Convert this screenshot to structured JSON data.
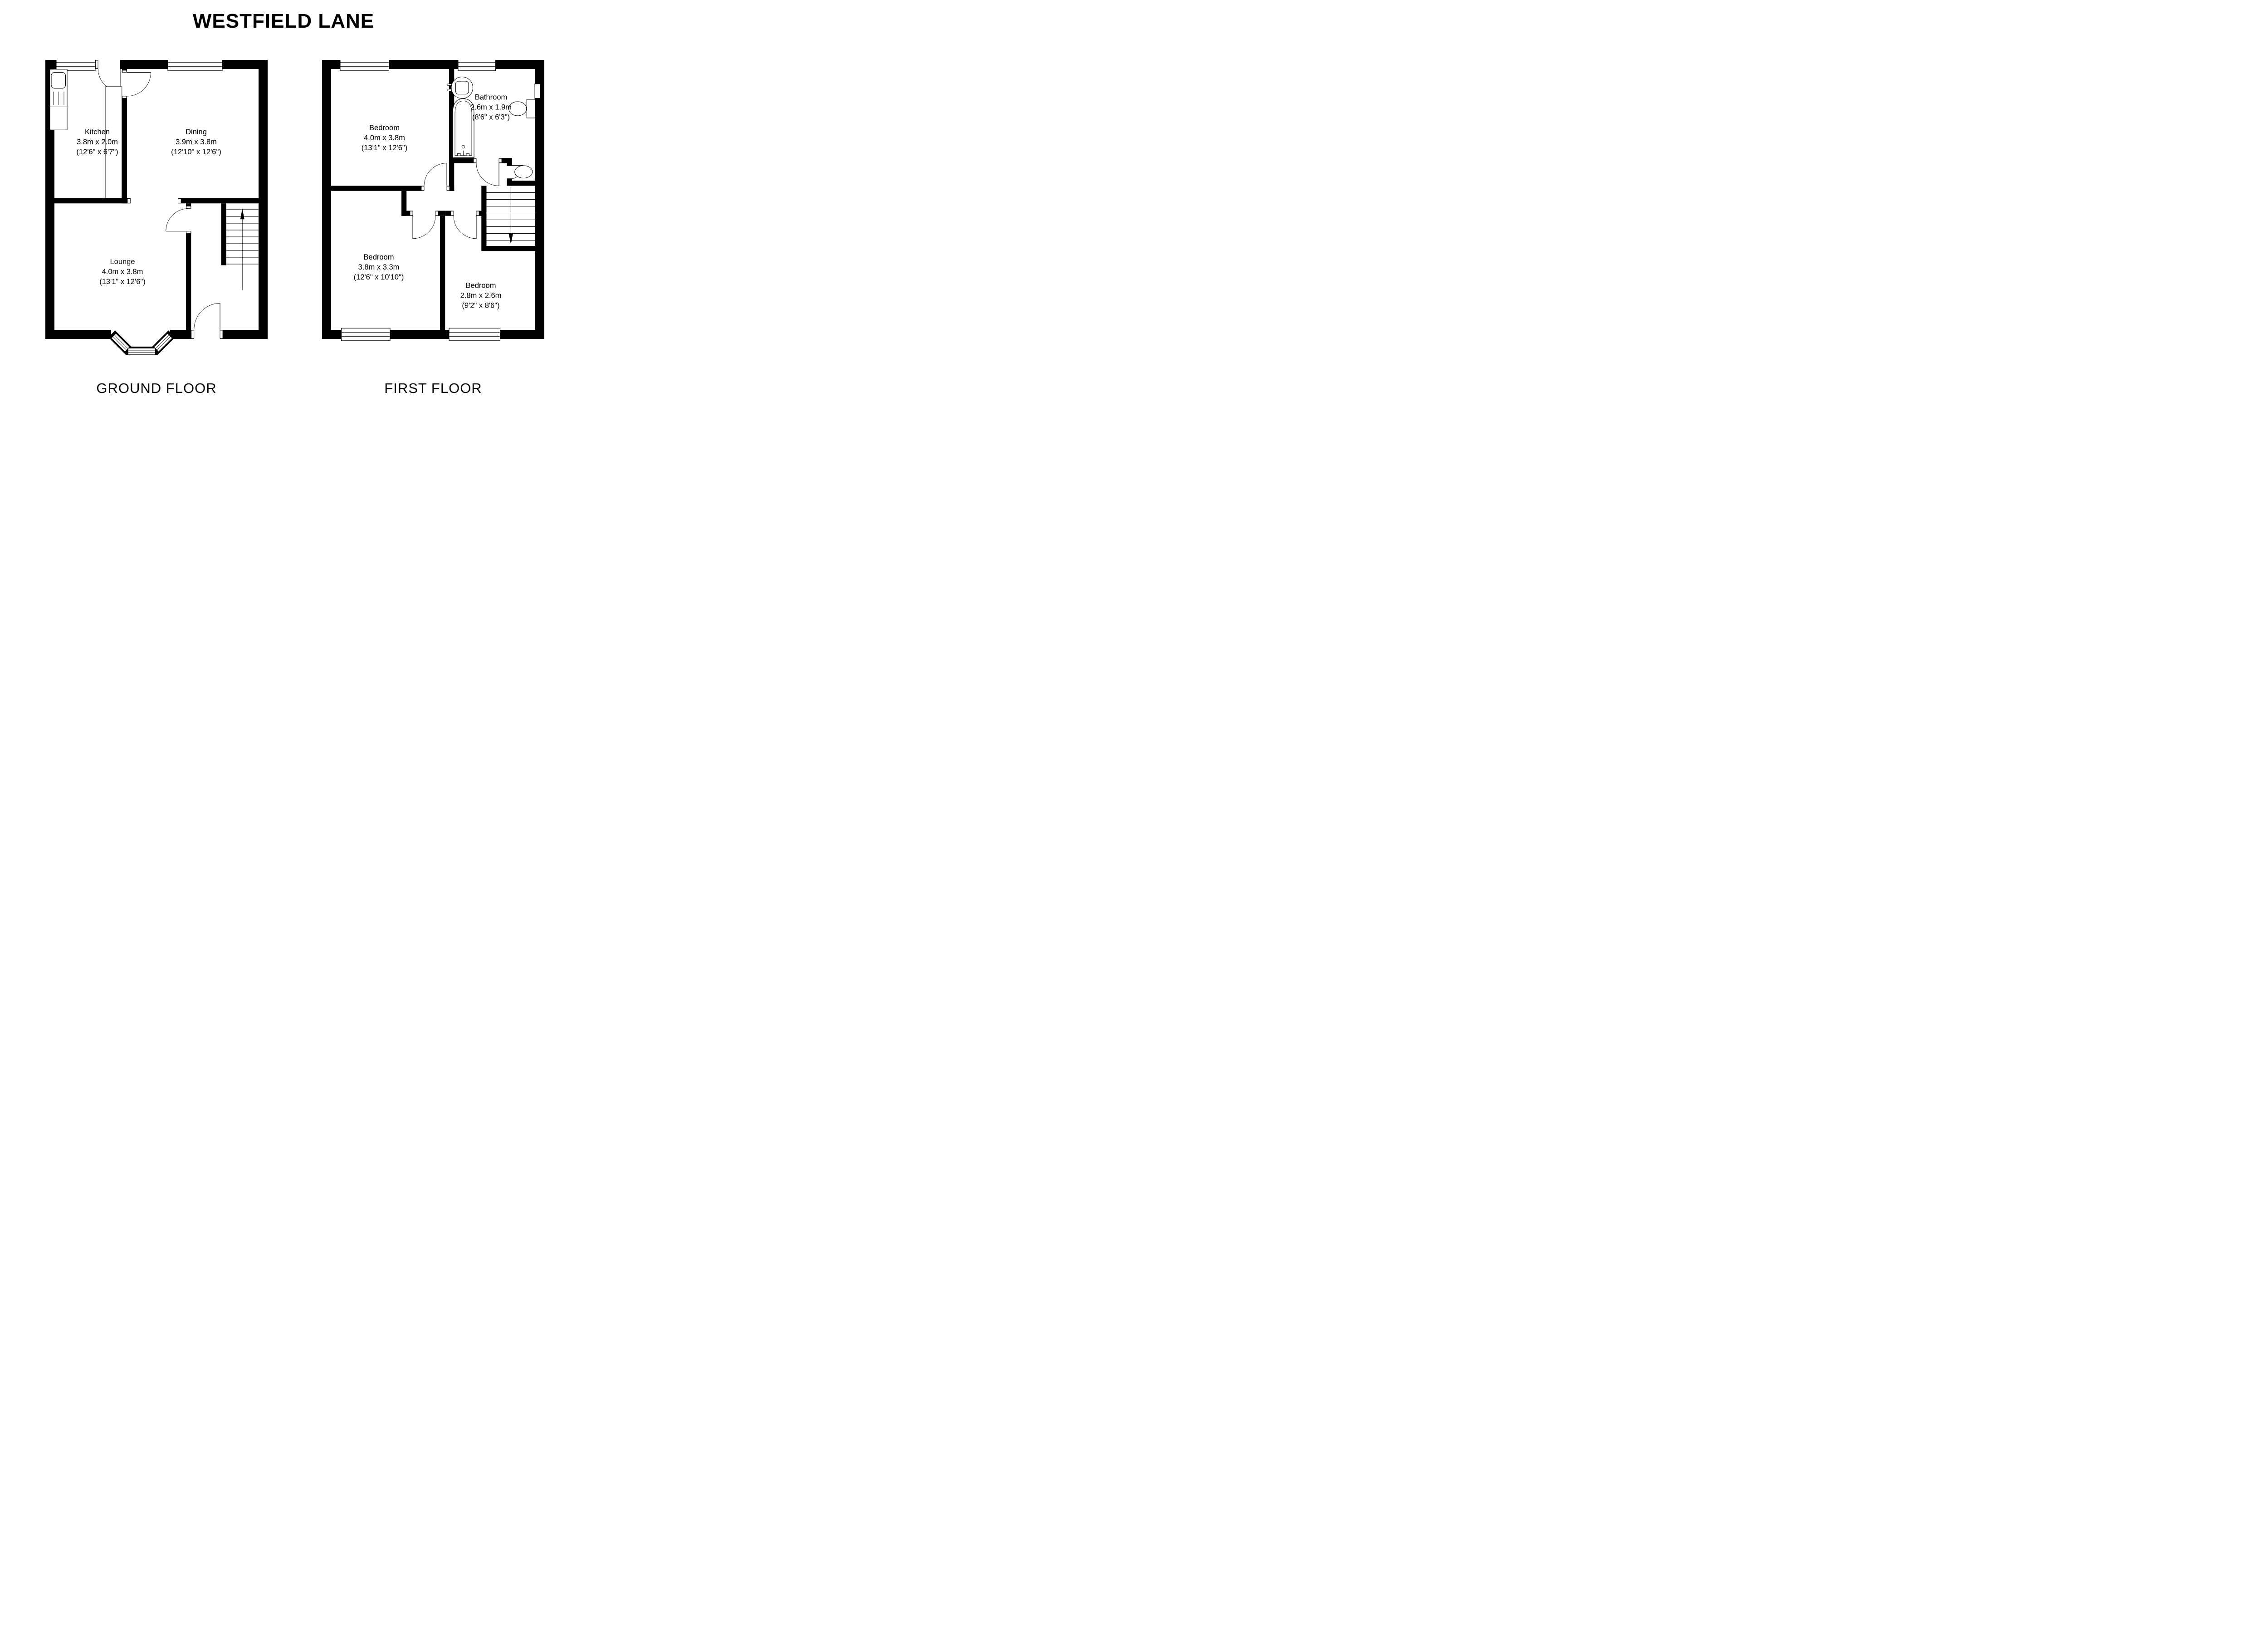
{
  "title": "WESTFIELD LANE",
  "floors": [
    {
      "label": "GROUND FLOOR",
      "stairs_direction": "up",
      "rooms": [
        {
          "name": "Kitchen",
          "metric": "3.8m x 2.0m",
          "imperial": "(12'6\" x 6'7\")"
        },
        {
          "name": "Dining",
          "metric": "3.9m x 3.8m",
          "imperial": "(12'10\" x 12'6\")"
        },
        {
          "name": "Lounge",
          "metric": "4.0m x 3.8m",
          "imperial": "(13'1\" x 12'6\")"
        }
      ]
    },
    {
      "label": "FIRST FLOOR",
      "stairs_direction": "down",
      "rooms": [
        {
          "name": "Bedroom",
          "metric": "4.0m x 3.8m",
          "imperial": "(13'1\" x 12'6\")"
        },
        {
          "name": "Bathroom",
          "metric": "2.6m x 1.9m",
          "imperial": "(8'6\" x 6'3\")"
        },
        {
          "name": "Bedroom",
          "metric": "3.8m x 3.3m",
          "imperial": "(12'6\" x 10'10\")"
        },
        {
          "name": "Bedroom",
          "metric": "2.8m x 2.6m",
          "imperial": "(9'2\" x 8'6\")"
        }
      ]
    }
  ],
  "icons": {
    "stairs_up_arrow": "up-arrow",
    "stairs_down_arrow": "down-arrow",
    "kitchen_sink": "sink",
    "bathtub": "bath",
    "toilet": "toilet",
    "wash_basin": "basin",
    "hot_water_cylinder": "cylinder"
  },
  "colors": {
    "walls": "#000000",
    "background": "#ffffff",
    "rooms": "#ffffff"
  }
}
